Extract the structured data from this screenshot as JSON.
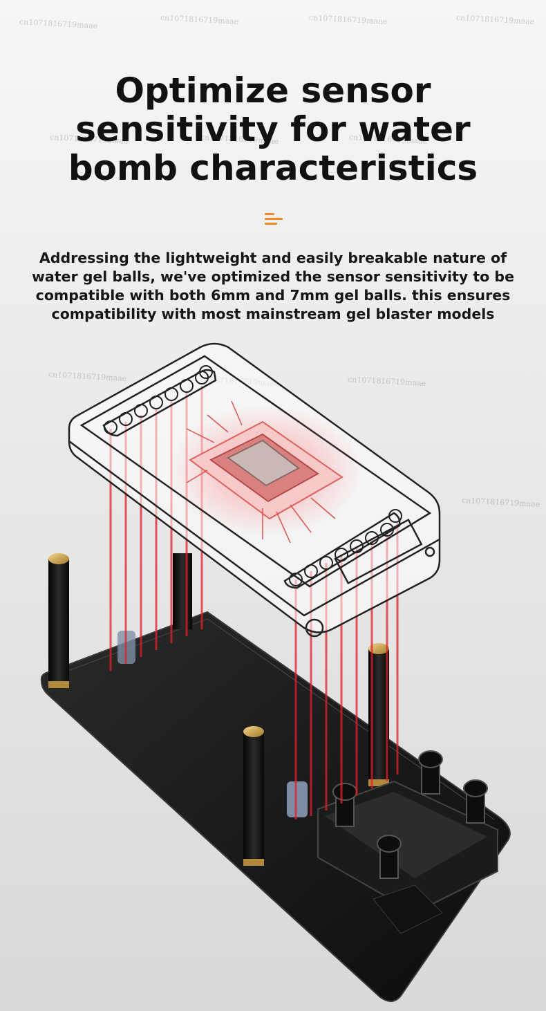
{
  "heading": {
    "lines": [
      "Optimize sensor",
      "sensitivity for water",
      "bomb characteristics"
    ]
  },
  "description": {
    "lines": [
      "Addressing the lightweight and easily breakable nature of",
      "water gel balls, we've optimized the sensor sensitivity to be",
      "compatible with both 6mm and 7mm gel balls. this ensures",
      "compatibility with most mainstream gel blaster models"
    ]
  },
  "watermark_text": "cn1071816719maae",
  "colors": {
    "accent": "#f08a24",
    "laser": "#e0202a",
    "heading_text": "#111111",
    "plate": "#161616",
    "brass": "#c9a04a"
  },
  "icons": {
    "divider": "orange-lines-icon",
    "chip": "processor-chip-icon"
  }
}
